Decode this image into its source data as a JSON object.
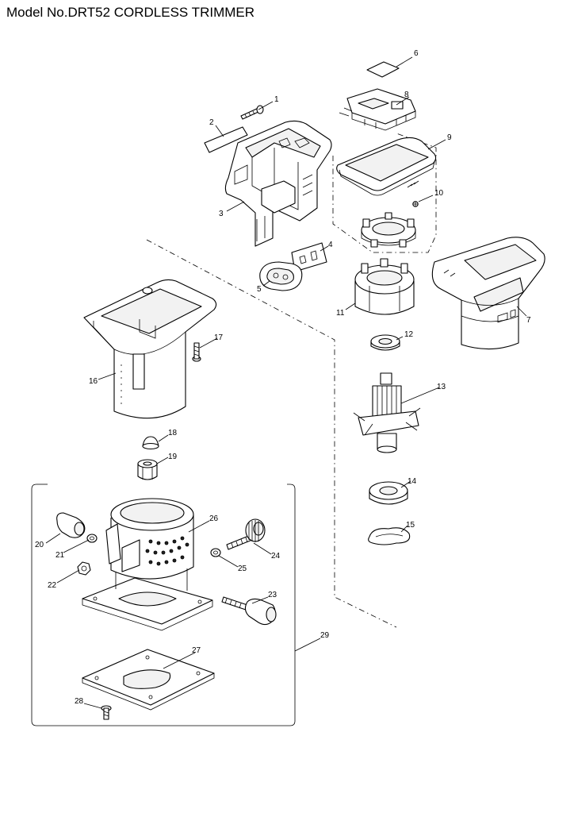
{
  "page": {
    "title": "Model No.DRT52 CORDLESS TRIMMER"
  },
  "callouts": {
    "p1": "1",
    "p2": "2",
    "p3": "3",
    "p4": "4",
    "p5": "5",
    "p6": "6",
    "p7": "7",
    "p8": "8",
    "p9": "9",
    "p10": "10",
    "p11": "11",
    "p12": "12",
    "p13": "13",
    "p14": "14",
    "p15": "15",
    "p16": "16",
    "p17": "17",
    "p18": "18",
    "p19": "19",
    "p20": "20",
    "p21": "21",
    "p22": "22",
    "p23": "23",
    "p24": "24",
    "p25": "25",
    "p26": "26",
    "p27": "27",
    "p28": "28",
    "p29": "29"
  },
  "parts": [
    {
      "callout": "1",
      "icon": "screw-icon"
    },
    {
      "callout": "2",
      "icon": "label-strip-icon"
    },
    {
      "callout": "3",
      "icon": "housing-set-icon"
    },
    {
      "callout": "4",
      "icon": "switch-icon"
    },
    {
      "callout": "5",
      "icon": "switch-button-icon"
    },
    {
      "callout": "6",
      "icon": "pad-icon"
    },
    {
      "callout": "7",
      "icon": "housing-half-icon"
    },
    {
      "callout": "8",
      "icon": "terminal-icon"
    },
    {
      "callout": "9",
      "icon": "controller-icon"
    },
    {
      "callout": "10",
      "icon": "tapping-screw-icon"
    },
    {
      "callout": "11",
      "icon": "stator-icon"
    },
    {
      "callout": "12",
      "icon": "bearing-retainer-icon"
    },
    {
      "callout": "13",
      "icon": "rotor-icon"
    },
    {
      "callout": "14",
      "icon": "ball-bearing-icon"
    },
    {
      "callout": "15",
      "icon": "wave-washer-icon"
    },
    {
      "callout": "16",
      "icon": "motor-housing-icon"
    },
    {
      "callout": "17",
      "icon": "screw-icon"
    },
    {
      "callout": "18",
      "icon": "collet-cone-icon"
    },
    {
      "callout": "19",
      "icon": "collet-nut-icon"
    },
    {
      "callout": "20",
      "icon": "clamp-lever-icon"
    },
    {
      "callout": "21",
      "icon": "flat-washer-icon"
    },
    {
      "callout": "22",
      "icon": "hex-nut-icon"
    },
    {
      "callout": "23",
      "icon": "screw-knob-icon"
    },
    {
      "callout": "24",
      "icon": "adjust-screw-icon"
    },
    {
      "callout": "25",
      "icon": "flat-washer-icon"
    },
    {
      "callout": "26",
      "icon": "base-cylinder-icon"
    },
    {
      "callout": "27",
      "icon": "base-plate-icon"
    },
    {
      "callout": "28",
      "icon": "pan-head-screw-icon"
    },
    {
      "callout": "29",
      "icon": "trimmer-base-assembly-icon"
    }
  ]
}
